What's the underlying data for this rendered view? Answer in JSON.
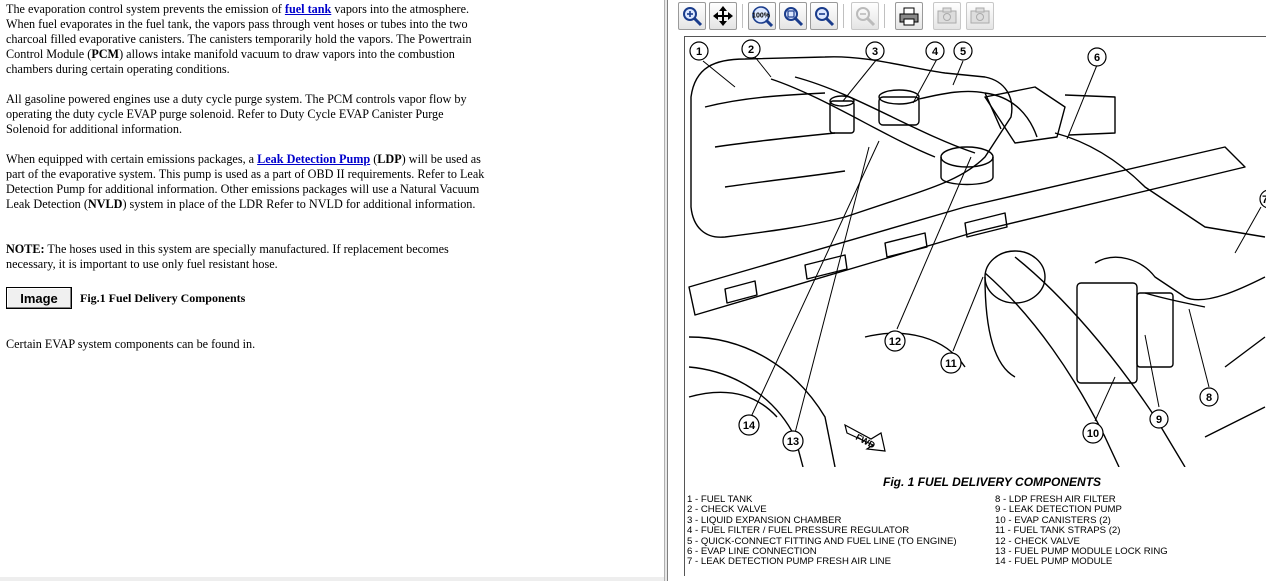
{
  "left": {
    "p1": {
      "t1": "The evaporation control system prevents the emission of ",
      "link_fuel_tank": "fuel tank",
      "t2": " vapors into the atmosphere. When fuel evaporates in the fuel tank, the vapors pass through vent hoses or tubes into the two charcoal filled evaporative canisters. The canisters temporarily hold the vapors. The Powertrain Control Module (",
      "pcm": "PCM",
      "t3": ") allows intake manifold vacuum to draw vapors into the combustion chambers during certain operating conditions."
    },
    "p2": "All gasoline powered engines use a duty cycle purge system. The PCM controls vapor flow by operating the duty cycle EVAP purge solenoid. Refer to Duty Cycle EVAP Canister Purge Solenoid for additional information.",
    "p3": {
      "t1": "When equipped with certain emissions packages, a ",
      "link_ldp": "Leak Detection Pump",
      "t2": " (",
      "ldp": "LDP",
      "t3": ") will be used as part of the evaporative system. This pump is used as a part of OBD II requirements. Refer to Leak Detection Pump for additional information. Other emissions packages will use a Natural Vacuum Leak Detection (",
      "nvld": "NVLD",
      "t4": ") system in place of the LDR Refer to NVLD for additional information."
    },
    "p4": {
      "note_label": "NOTE:",
      "text": "  The hoses used in this system are specially manufactured. If replacement becomes necessary, it is important to use only fuel resistant hose."
    },
    "image_button": "Image",
    "fig_caption": "Fig.1 Fuel Delivery Components",
    "p5": "Certain EVAP system components can be found in."
  },
  "toolbar": {
    "zoom_in": "zoom-in-icon",
    "pan": "pan-icon",
    "zoom_100_label": "100%",
    "zoom_fit": "zoom-fit-icon",
    "zoom_out": "zoom-out-icon",
    "zoom_disabled": "zoom-disabled-icon",
    "print": "print-icon",
    "camera1": "camera-icon",
    "camera2": "camera-icon"
  },
  "figure": {
    "title": "Fig. 1 FUEL DELIVERY COMPONENTS",
    "callouts": [
      "1",
      "2",
      "3",
      "4",
      "5",
      "6",
      "7",
      "8",
      "9",
      "10",
      "11",
      "12",
      "13",
      "14"
    ],
    "fwd_label": "FWD",
    "legend": [
      "1 - FUEL TANK",
      "2 - CHECK VALVE",
      "3 - LIQUID EXPANSION CHAMBER",
      "4 - FUEL FILTER / FUEL PRESSURE REGULATOR",
      "5 - QUICK-CONNECT FITTING AND FUEL LINE (TO ENGINE)",
      "6 - EVAP LINE CONNECTION",
      "7 - LEAK DETECTION PUMP FRESH AIR LINE",
      "8 - LDP FRESH AIR FILTER",
      "9 - LEAK DETECTION PUMP",
      "10 - EVAP CANISTERS (2)",
      "11 - FUEL TANK STRAPS (2)",
      "12 - CHECK VALVE",
      "13 - FUEL PUMP MODULE LOCK RING",
      "14 - FUEL PUMP MODULE"
    ]
  }
}
